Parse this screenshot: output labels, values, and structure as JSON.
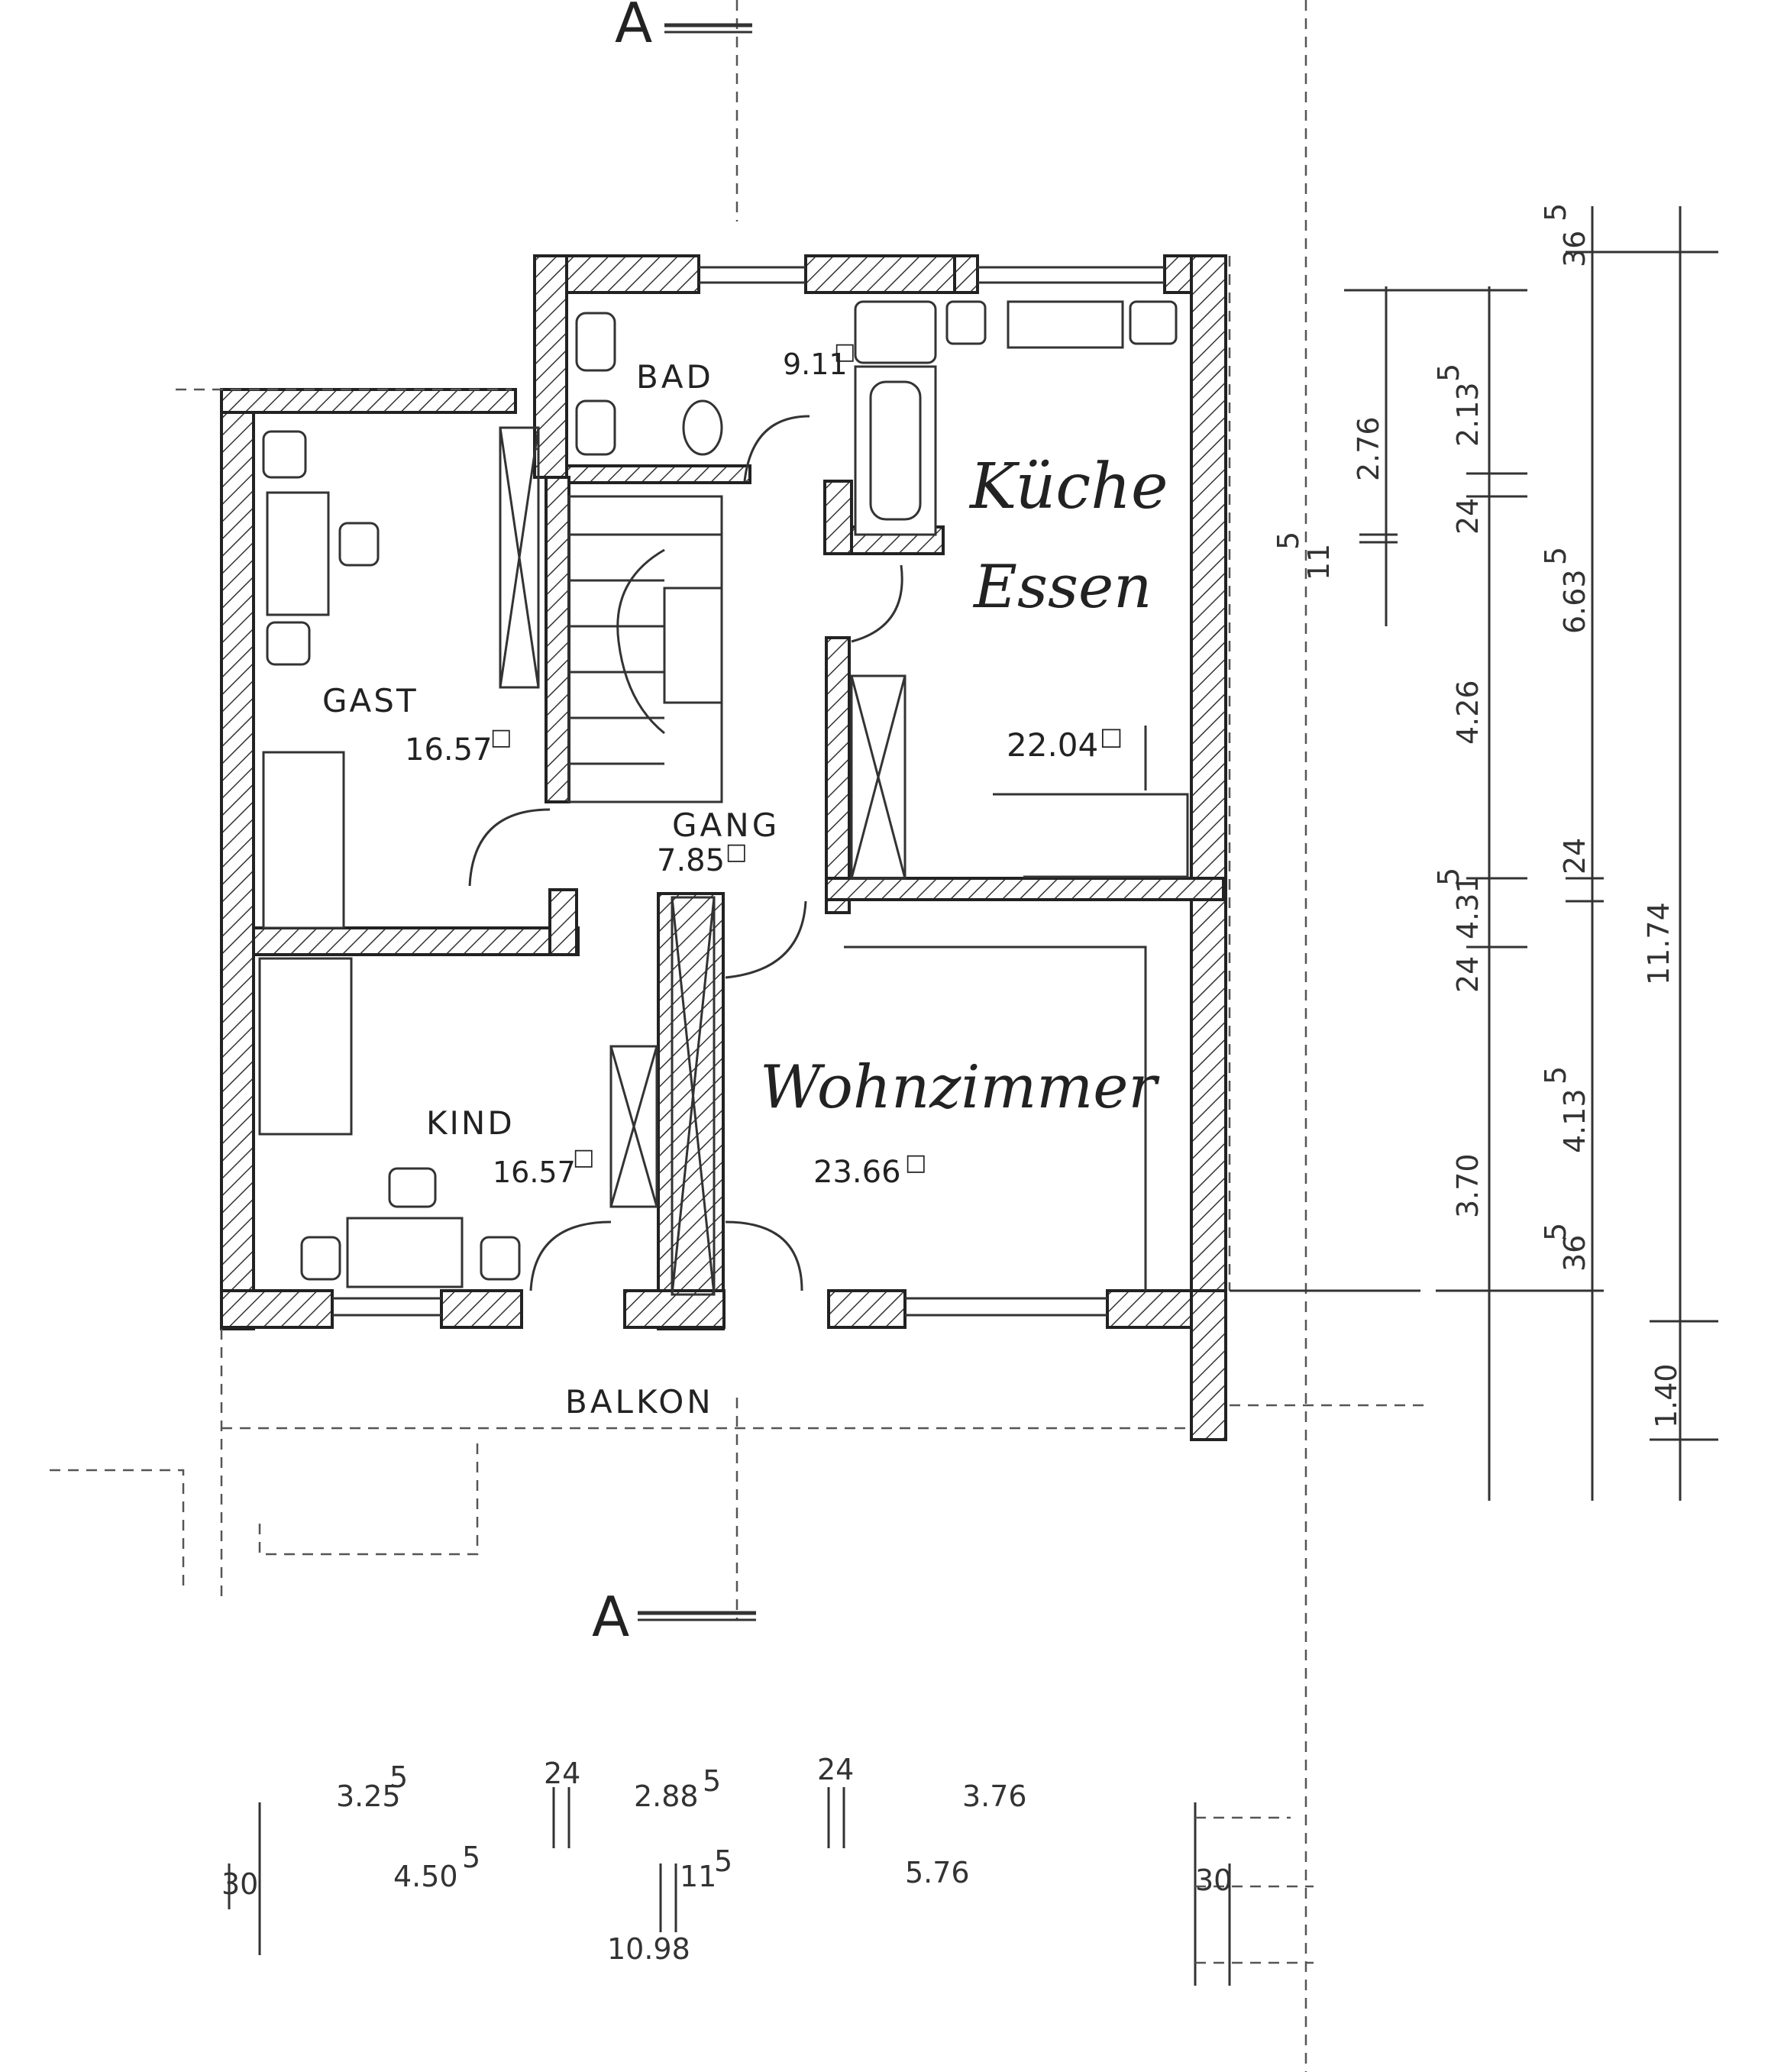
{
  "section_marks": {
    "top": "A",
    "bottom": "A"
  },
  "rooms": {
    "bad": {
      "name": "BAD",
      "area": "9.11"
    },
    "kueche": {
      "name_line1": "Küche",
      "name_line2": "Essen",
      "area": "22.04"
    },
    "gast": {
      "name": "GAST",
      "area": "16.57"
    },
    "gang": {
      "name": "GANG",
      "area": "7.85"
    },
    "kind": {
      "name": "KIND",
      "area": "16.57"
    },
    "wohnzimmer": {
      "name": "Wohnzimmer",
      "area": "23.66"
    },
    "balkon": {
      "name": "BALKON"
    }
  },
  "area_unit_symbol": "□",
  "dimensions_right": {
    "d_2_76": "2.76",
    "d_11_5": "11",
    "d_11_5_sup": "5",
    "d_2_13_5": "2.13",
    "d_2_13_5_sup": "5",
    "d_24_a": "24",
    "d_36_5_top": "36",
    "d_36_5_top_sup": "5",
    "d_6_63_5": "6.63",
    "d_6_63_5_sup": "5",
    "d_4_26": "4.26",
    "d_4_31_5": "4.31",
    "d_4_31_5_sup": "5",
    "d_24_b": "24",
    "d_24_c": "24",
    "d_11_74": "11.74",
    "d_4_13_5": "4.13",
    "d_4_13_5_sup": "5",
    "d_3_70": "3.70",
    "d_36_5_bot": "36",
    "d_36_5_bot_sup": "5",
    "d_1_40": "1.40"
  },
  "dimensions_bottom": {
    "d_3_25_5": "3.25",
    "d_3_25_5_sup": "5",
    "d_24_a": "24",
    "d_2_88_5": "2.88",
    "d_2_88_5_sup": "5",
    "d_24_b": "24",
    "d_3_76": "3.76",
    "d_30_a": "30",
    "d_4_50_5": "4.50",
    "d_4_50_5_sup": "5",
    "d_11_5": "11",
    "d_11_5_sup": "5",
    "d_5_76": "5.76",
    "d_30_b": "30",
    "d_10_98": "10.98"
  }
}
